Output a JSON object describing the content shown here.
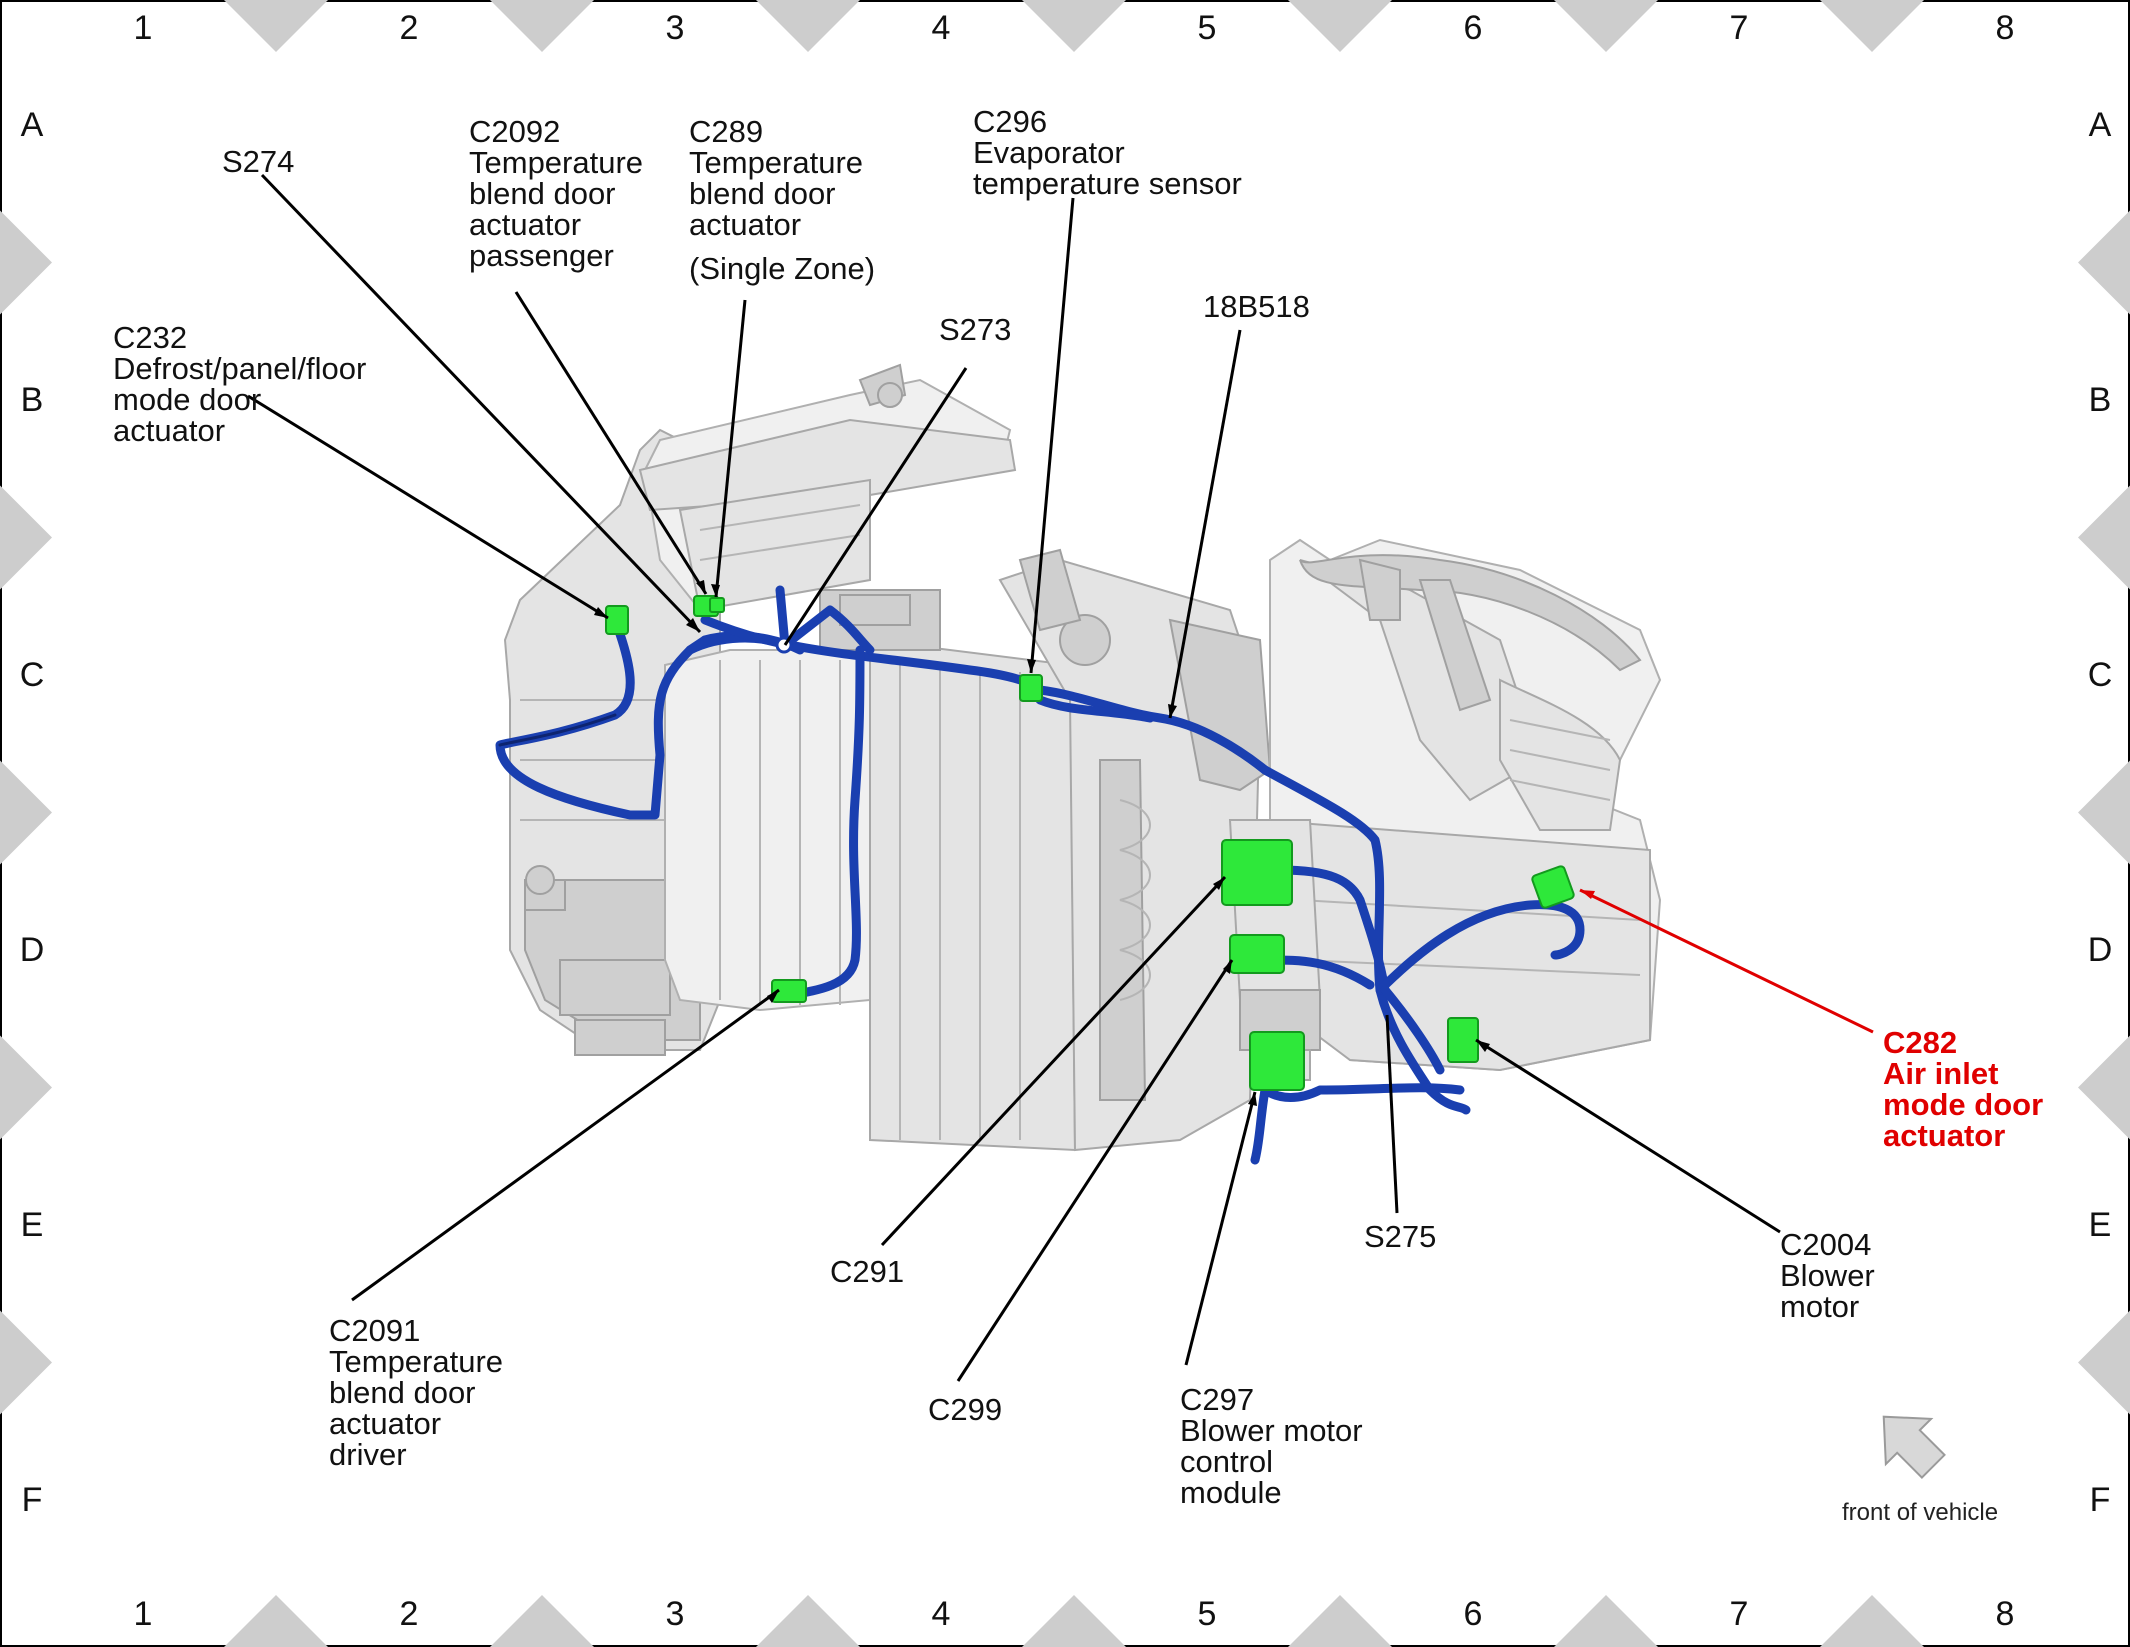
{
  "grid": {
    "columns": [
      "1",
      "2",
      "3",
      "4",
      "5",
      "6",
      "7",
      "8"
    ],
    "rows": [
      "A",
      "B",
      "C",
      "D",
      "E",
      "F"
    ]
  },
  "labels": {
    "s274": [
      "S274"
    ],
    "c2092": [
      "C2092",
      "Temperature",
      "blend door",
      "actuator",
      "passenger"
    ],
    "c289": [
      "C289",
      "Temperature",
      "blend door",
      "actuator"
    ],
    "c289_note": [
      "(Single Zone)"
    ],
    "c296": [
      "C296",
      "Evaporator",
      "temperature sensor"
    ],
    "c232": [
      "C232",
      "Defrost/panel/floor",
      "mode door",
      "actuator"
    ],
    "s273": [
      "S273"
    ],
    "b18b518": [
      "18B518"
    ],
    "c282": [
      "C282",
      "Air inlet",
      "mode door",
      "actuator"
    ],
    "c291": [
      "C291"
    ],
    "c299": [
      "C299"
    ],
    "s275": [
      "S275"
    ],
    "c2004": [
      "C2004",
      "Blower",
      "motor"
    ],
    "c297": [
      "C297",
      "Blower motor",
      "control",
      "module"
    ],
    "c2091": [
      "C2091",
      "Temperature",
      "blend door",
      "actuator",
      "driver"
    ],
    "front": [
      "front of vehicle"
    ]
  },
  "colors": {
    "wire": "#1a3fb0",
    "connector": "#2ee83a",
    "highlight": "#e00000",
    "housing": "#e4e4e4",
    "grid_marker": "#cdcdcd"
  },
  "icons": {
    "front_arrow": "front-arrow-icon"
  }
}
